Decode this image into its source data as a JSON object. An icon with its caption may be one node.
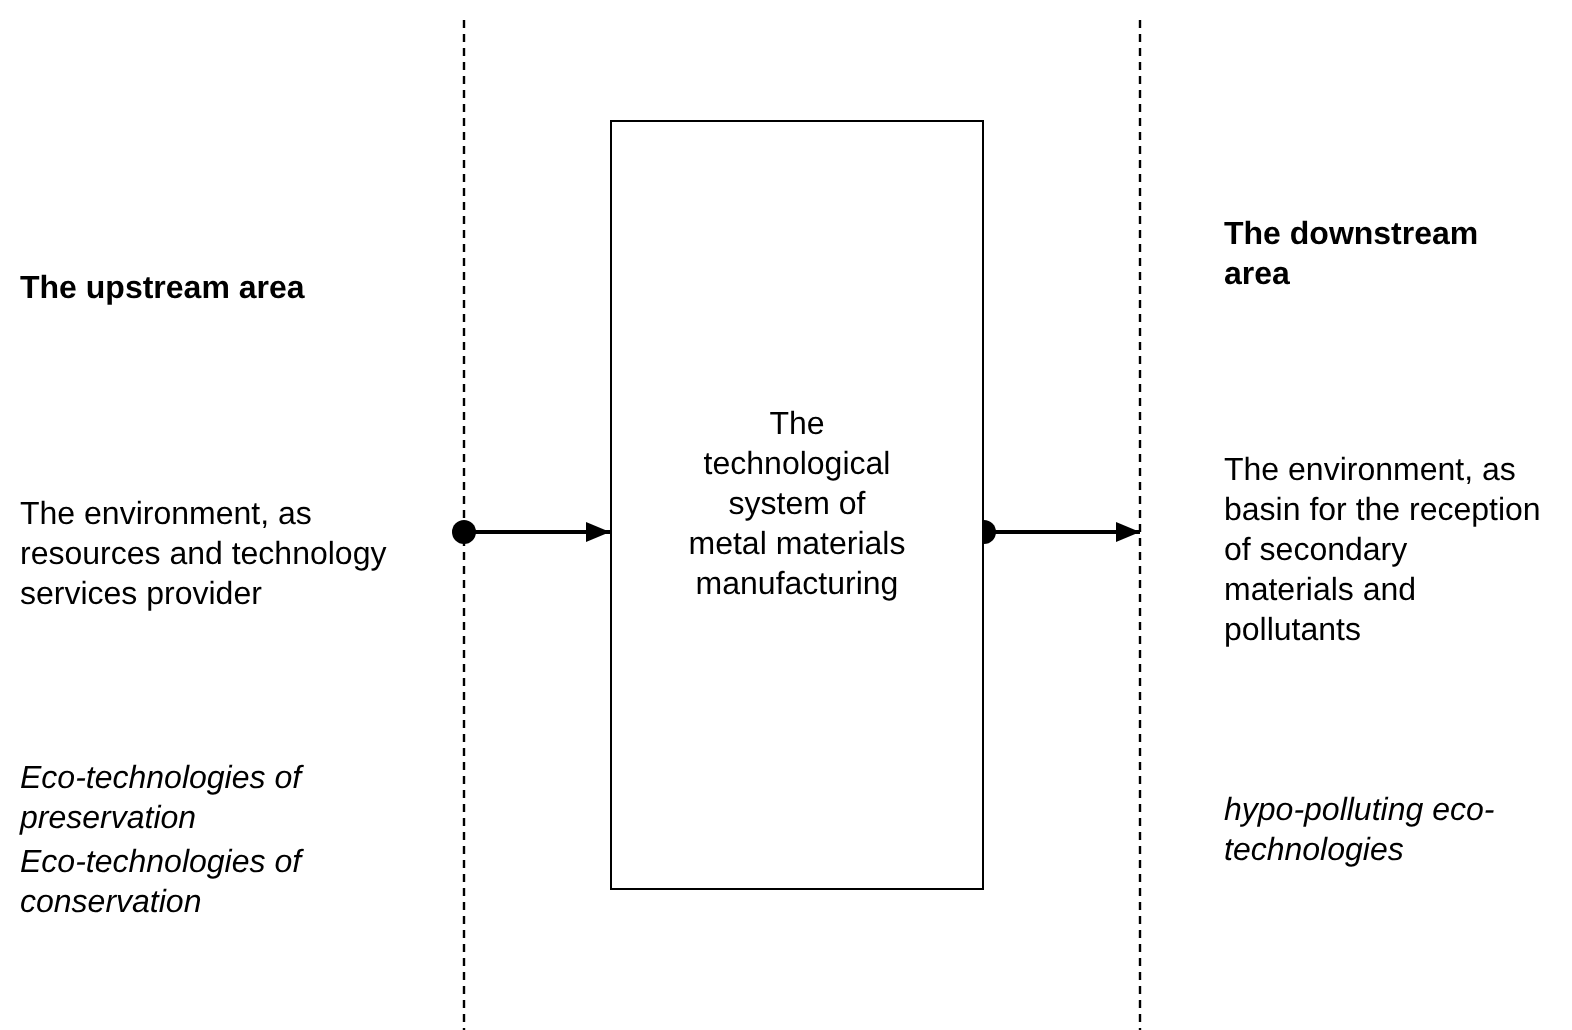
{
  "diagram": {
    "nodes": [
      {
        "text": [
          "The upstream area",
          "The environment, as resources and technology services provider",
          "Eco-technologies of preservation",
          "Eco-technologies of conservation"
        ]
      },
      {
        "text": [
          "The technological system of metal materials manufacturing"
        ]
      },
      {
        "text": [
          "The downstream area",
          "The environment, as basin for the reception of secondary materials and pollutants",
          "hypo-polluting eco-technologies"
        ]
      }
    ],
    "edges": [
      {
        "from": 0,
        "to": 1,
        "arrow": "to"
      },
      {
        "from": 1,
        "to": 2,
        "arrow": "to"
      }
    ]
  }
}
